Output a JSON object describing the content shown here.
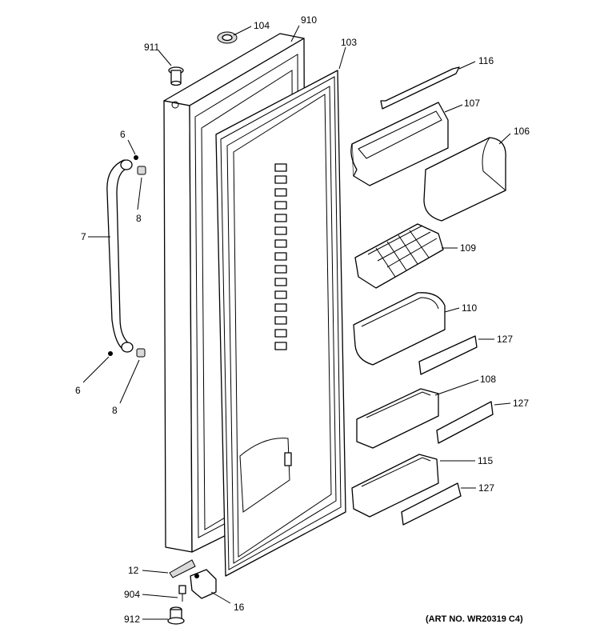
{
  "callouts": {
    "c104": "104",
    "c910": "910",
    "c911": "911",
    "c103": "103",
    "c116": "116",
    "c107": "107",
    "c106": "106",
    "c6a": "6",
    "c8a": "8",
    "c7": "7",
    "c109": "109",
    "c110": "110",
    "c127a": "127",
    "c6b": "6",
    "c8b": "8",
    "c108": "108",
    "c127b": "127",
    "c115": "115",
    "c127c": "127",
    "c12": "12",
    "c904": "904",
    "c16": "16",
    "c912": "912"
  },
  "art_number": "(ART NO. WR20319 C4)"
}
